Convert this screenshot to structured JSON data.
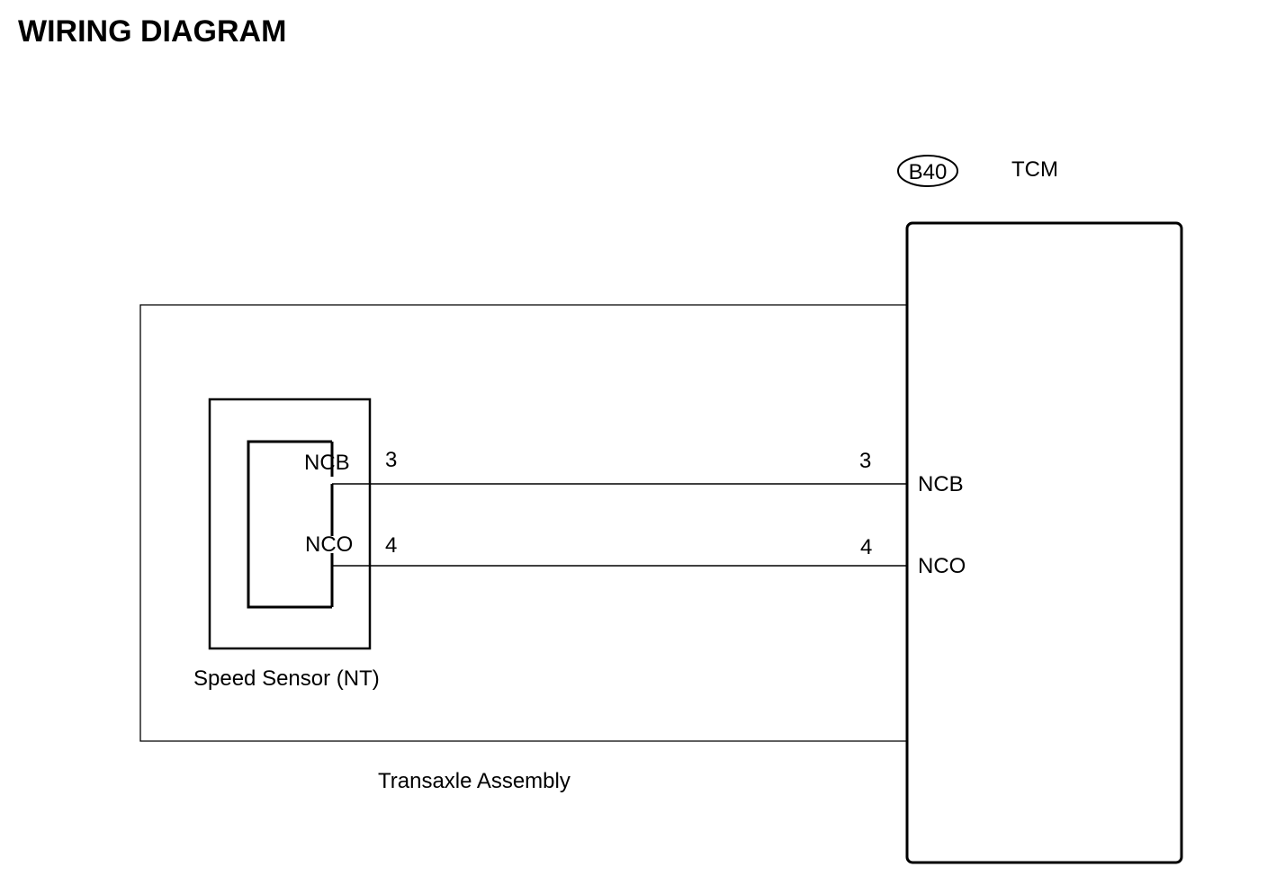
{
  "title": "WIRING DIAGRAM",
  "tcm": {
    "connector_id": "B40",
    "label": "TCM",
    "pins": [
      {
        "name": "NCB",
        "number": "3"
      },
      {
        "name": "NCO",
        "number": "4"
      }
    ]
  },
  "sensor": {
    "label": "Speed Sensor (NT)",
    "pins": [
      {
        "name": "NCB",
        "number": "3"
      },
      {
        "name": "NCO",
        "number": "4"
      }
    ]
  },
  "assembly": {
    "label": "Transaxle Assembly"
  },
  "colors": {
    "line": "#000000",
    "background": "#ffffff"
  }
}
